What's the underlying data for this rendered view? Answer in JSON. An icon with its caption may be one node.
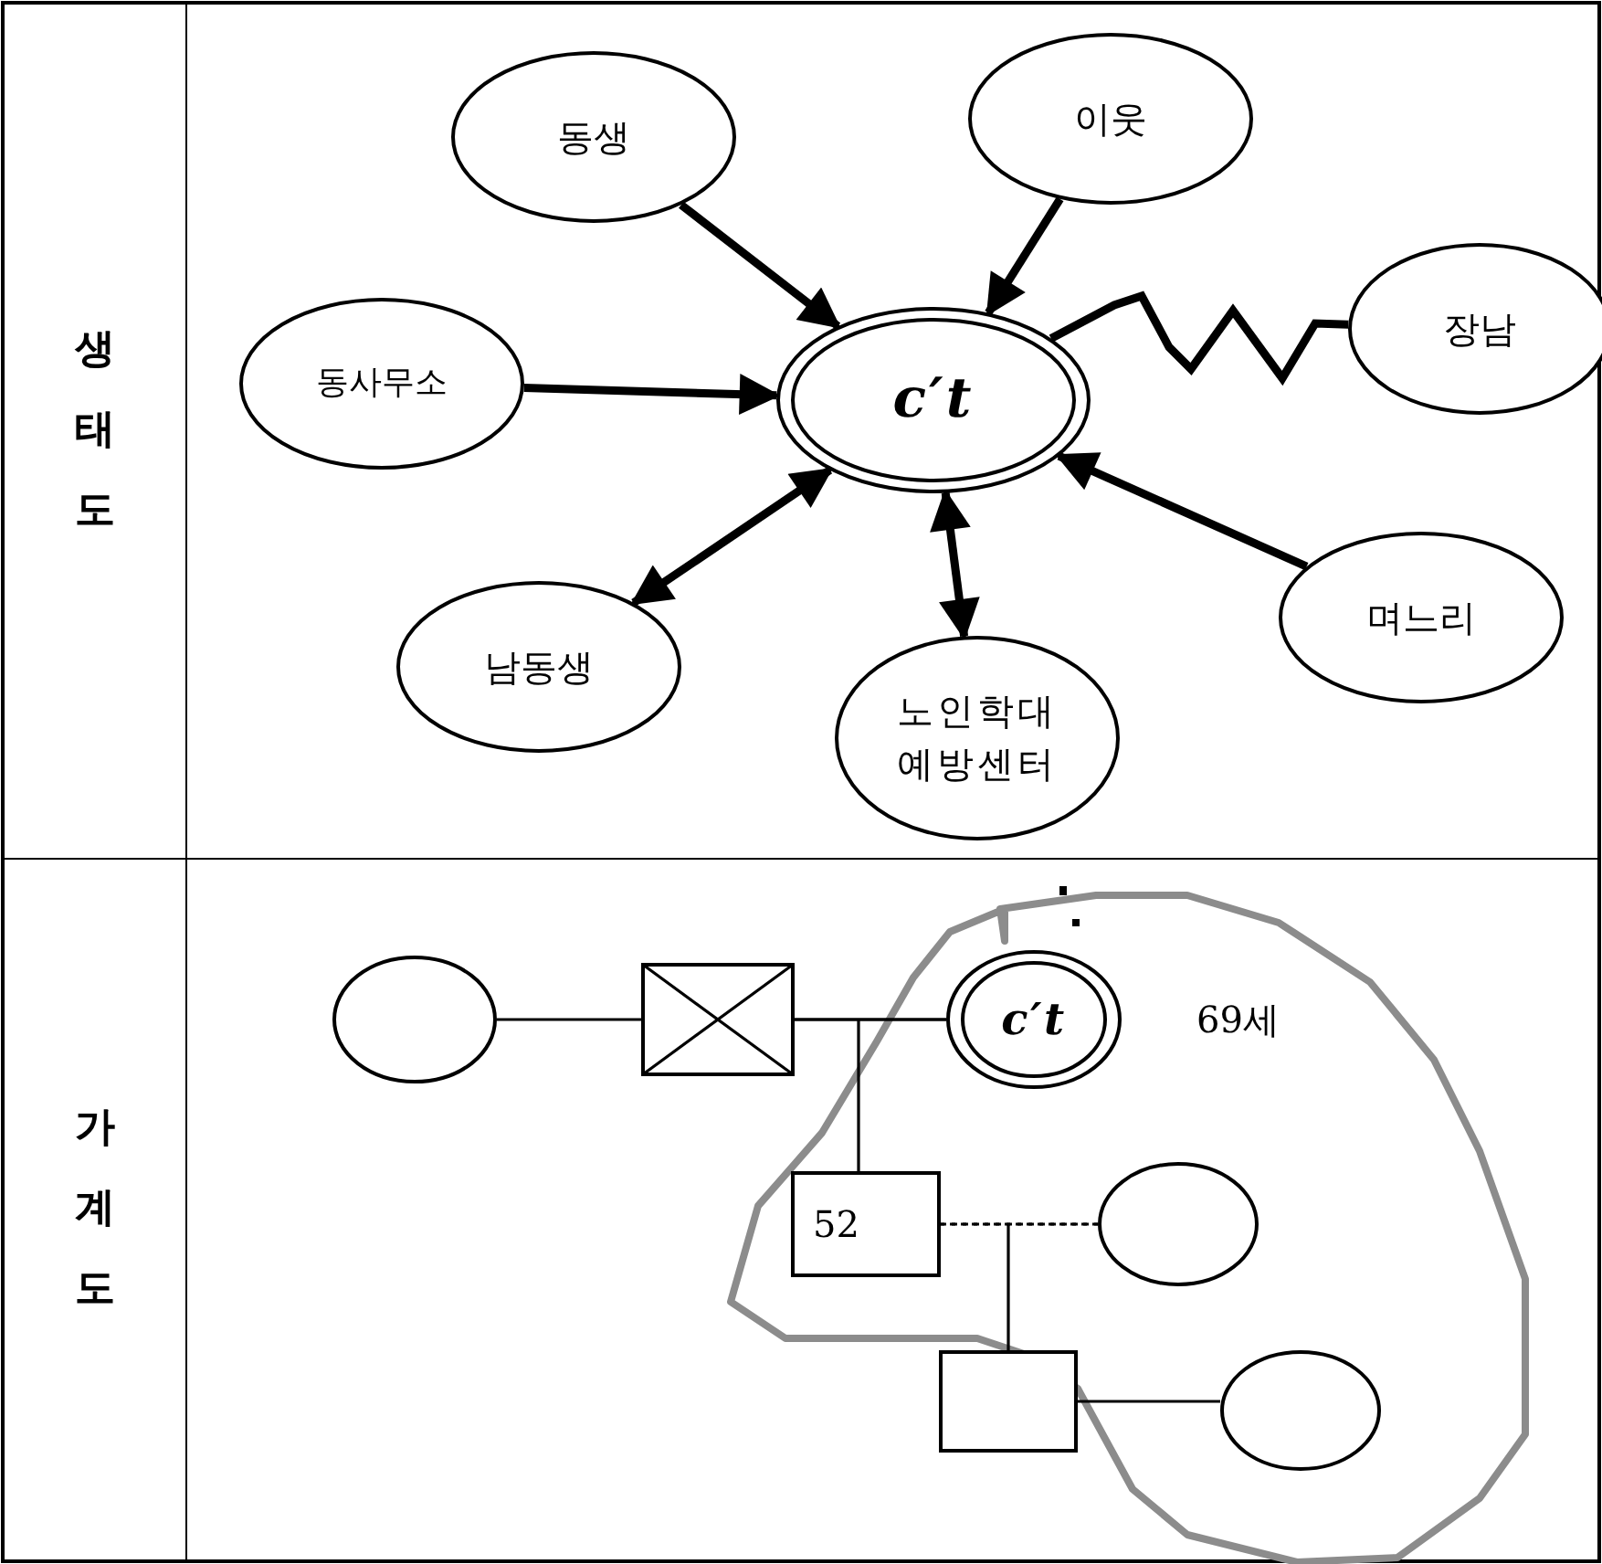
{
  "diagram": {
    "nodes": [
      {
        "text": [
          "c′t"
        ]
      },
      {
        "text": [
          "동생"
        ]
      },
      {
        "text": [
          "이웃"
        ]
      },
      {
        "text": [
          "동사무소"
        ]
      },
      {
        "text": [
          "장남"
        ]
      },
      {
        "text": [
          "남동생"
        ]
      },
      {
        "text": [
          "노인학대 예방센터"
        ]
      },
      {
        "text": [
          "며느리"
        ]
      },
      {
        "text": [],
        "shape": "circle"
      },
      {
        "text": [],
        "shape": "box"
      },
      {
        "text": [
          "c′t"
        ],
        "beside": [
          "69세"
        ]
      },
      {
        "text": [
          "52"
        ]
      },
      {
        "text": [],
        "shape": "circle"
      },
      {
        "text": [],
        "shape": "box"
      },
      {
        "text": [],
        "shape": "circle"
      }
    ],
    "edges": [
      {
        "from": 1,
        "to": 0,
        "arrow": "to",
        "style": "thick"
      },
      {
        "from": 2,
        "to": 0,
        "arrow": "to",
        "style": "thick"
      },
      {
        "from": 3,
        "to": 0,
        "arrow": "to",
        "style": "thick"
      },
      {
        "from": 0,
        "to": 4,
        "arrow": "none",
        "style": "thick"
      },
      {
        "from": 0,
        "to": 5,
        "arrow": "both",
        "style": "thick"
      },
      {
        "from": 0,
        "to": 6,
        "arrow": "both",
        "style": "thick"
      },
      {
        "from": 7,
        "to": 0,
        "arrow": "to",
        "style": "thick"
      },
      {
        "from": 8,
        "to": 9,
        "arrow": "none"
      },
      {
        "from": 9,
        "to": 10,
        "arrow": "none"
      },
      {
        "from": 9,
        "to": 11,
        "arrow": "none"
      },
      {
        "from": 10,
        "to": 11,
        "arrow": "none"
      },
      {
        "from": 11,
        "to": 12,
        "arrow": "none",
        "style": "dashed"
      },
      {
        "from": 11,
        "to": 13,
        "arrow": "none",
        "style": "dashed"
      },
      {
        "from": 12,
        "to": 13,
        "arrow": "none",
        "style": "dashed"
      },
      {
        "from": 13,
        "to": 14,
        "arrow": "none"
      }
    ],
    "labels": [
      "생태도",
      "가계도"
    ]
  }
}
